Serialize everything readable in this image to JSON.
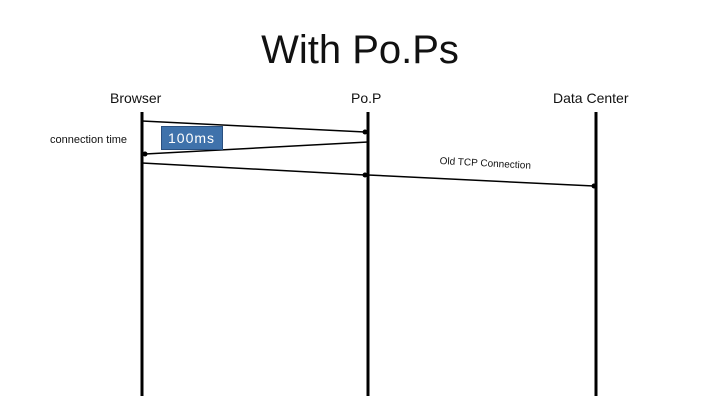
{
  "title": "With Po.Ps",
  "lanes": {
    "browser": "Browser",
    "pop": "Po.P",
    "data_center": "Data Center"
  },
  "annotations": {
    "connection_time": "connection time",
    "latency_badge": "100ms",
    "old_tcp_connection": "Old TCP Connection"
  },
  "colors": {
    "badge_fill": "#3f72ab",
    "line": "#000000"
  }
}
